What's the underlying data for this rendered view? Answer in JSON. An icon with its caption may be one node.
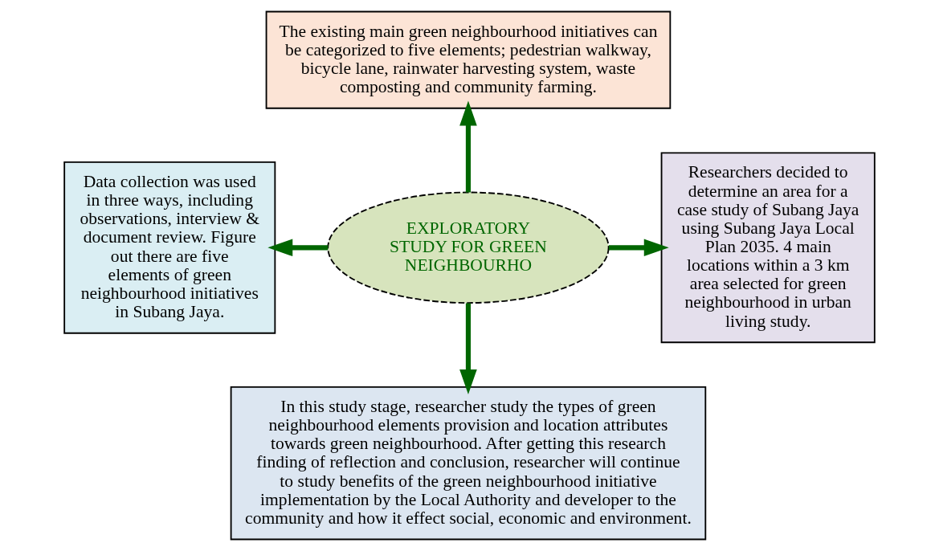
{
  "diagram": {
    "nodes": [
      {
        "text": [
          "The existing main green neighbourhood initiatives can be categorized to five elements; pedestrian walkway, bicycle lane, rainwater harvesting system, waste composting and community farming."
        ]
      },
      {
        "text": [
          "Data collection was used in three ways, including observations, interview & document review. Figure out there are five elements of green neighbourhood initiatives in Subang Jaya."
        ]
      },
      {
        "text": [
          "EXPLORATORY STUDY FOR GREEN NEIGHBOURHO"
        ]
      },
      {
        "text": [
          "Researchers decided to determine an area for a case study of Subang Jaya using Subang Jaya Local Plan 2035. 4 main locations within a 3 km area selected for green neighbourhood in urban living study."
        ]
      },
      {
        "text": [
          "In this study stage, researcher study the types of green neighbourhood elements provision and location attributes towards green neighbourhood. After getting this research finding of reflection and conclusion, researcher will continue to study benefits of the green neighbourhood initiative implementation by the Local Authority and developer to the community and how it effect social, economic and environment."
        ]
      }
    ],
    "edges": [
      {
        "from": 2,
        "to": 0,
        "arrow": "to"
      },
      {
        "from": 2,
        "to": 1,
        "arrow": "to"
      },
      {
        "from": 2,
        "to": 3,
        "arrow": "to"
      },
      {
        "from": 2,
        "to": 4,
        "arrow": "to"
      }
    ]
  }
}
